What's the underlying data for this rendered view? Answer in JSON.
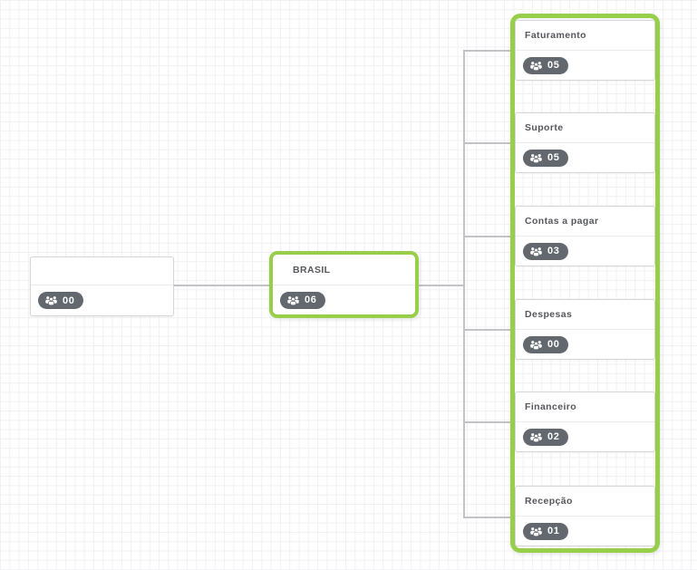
{
  "app": {
    "view": "organogram-canvas"
  },
  "colors": {
    "highlight_green": "#97cf4b",
    "badge_background": "#63686f",
    "connector_gray": "#c2c2c7",
    "grid_line": "#f1f0f3",
    "card_border": "#d6d6d9",
    "title_text": "#56575d"
  },
  "icons": {
    "badge_icon": "users-icon"
  },
  "nodes": {
    "root": {
      "title": "",
      "count": "00"
    },
    "parent": {
      "title": "BRASIL",
      "count": "06"
    },
    "children": [
      {
        "title": "Faturamento",
        "count": "05"
      },
      {
        "title": "Suporte",
        "count": "05"
      },
      {
        "title": "Contas a pagar",
        "count": "03"
      },
      {
        "title": "Despesas",
        "count": "00"
      },
      {
        "title": "Financeiro",
        "count": "02"
      },
      {
        "title": "Recepção",
        "count": "01"
      }
    ]
  }
}
